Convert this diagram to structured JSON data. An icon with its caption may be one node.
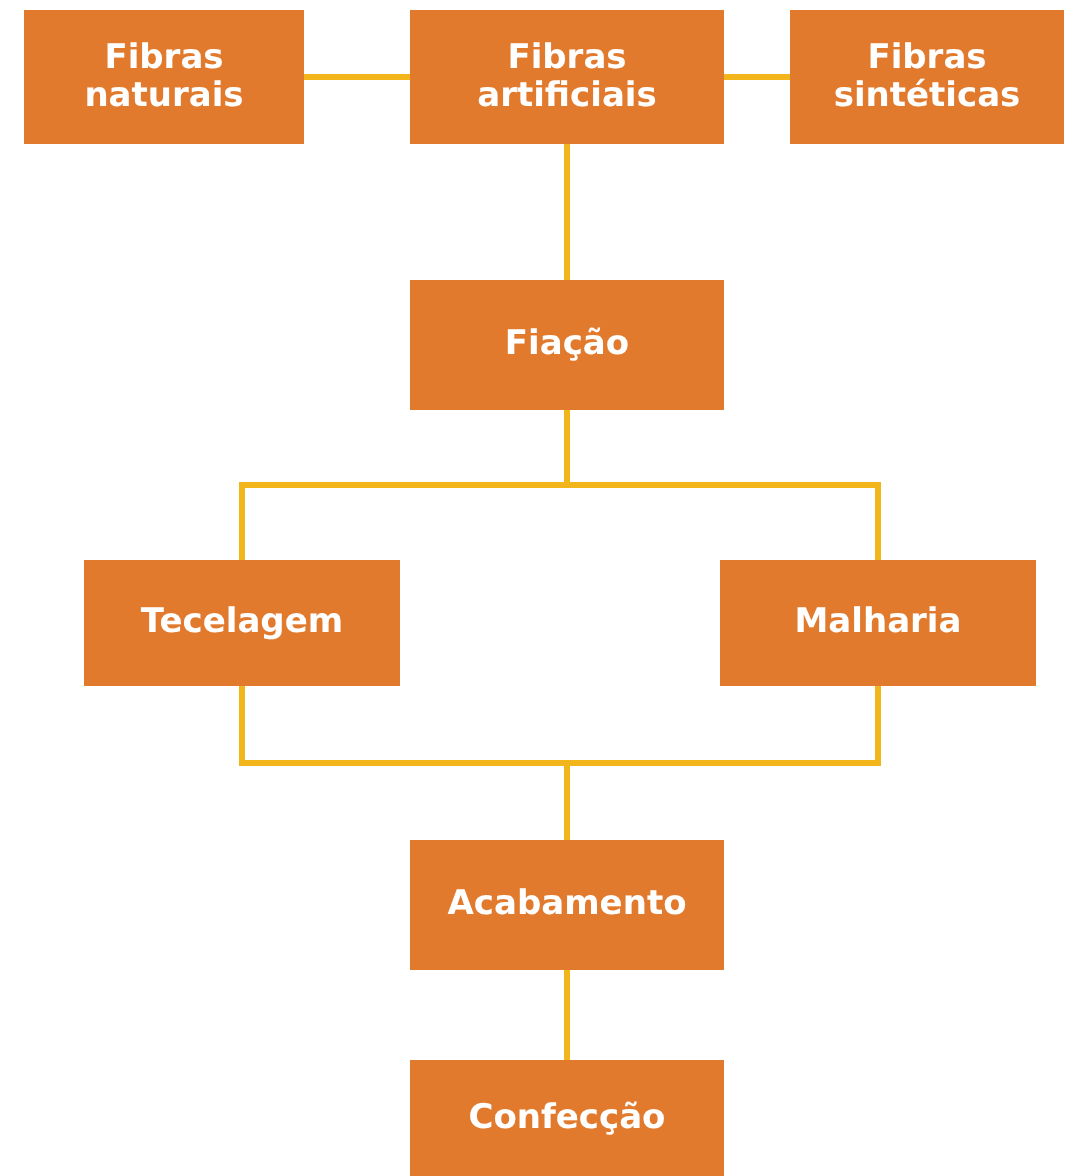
{
  "diagram": {
    "nodes": [
      {
        "text": [
          "Fibras naturais"
        ]
      },
      {
        "text": [
          "Fibras artificiais"
        ]
      },
      {
        "text": [
          "Fibras sintéticas"
        ]
      },
      {
        "text": [
          "Fiação"
        ]
      },
      {
        "text": [
          "Tecelagem"
        ]
      },
      {
        "text": [
          "Malharia"
        ]
      },
      {
        "text": [
          "Acabamento"
        ]
      },
      {
        "text": [
          "Confecção"
        ]
      }
    ],
    "edges": [
      {
        "from": 0,
        "to": 1,
        "arrow": "none"
      },
      {
        "from": 1,
        "to": 2,
        "arrow": "none"
      },
      {
        "from": 1,
        "to": 3,
        "arrow": "none"
      },
      {
        "from": 3,
        "to": 4,
        "arrow": "none"
      },
      {
        "from": 3,
        "to": 5,
        "arrow": "none"
      },
      {
        "from": 4,
        "to": 6,
        "arrow": "none"
      },
      {
        "from": 5,
        "to": 6,
        "arrow": "none"
      },
      {
        "from": 6,
        "to": 7,
        "arrow": "none"
      }
    ]
  }
}
